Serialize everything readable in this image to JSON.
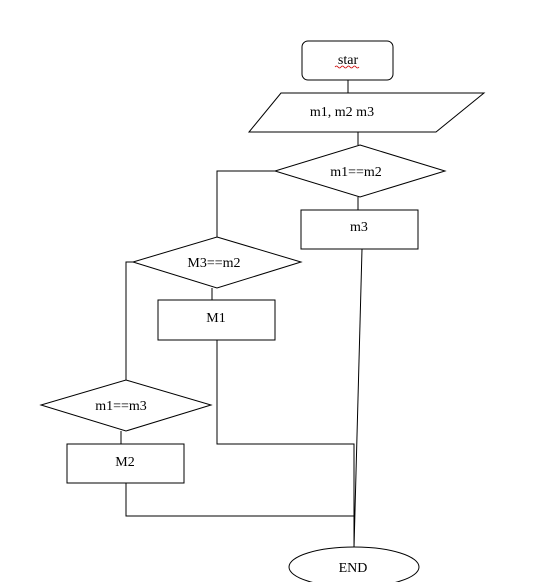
{
  "flowchart": {
    "start_label": "star",
    "input_label": "m1, m2 m3",
    "decision1_label": "m1==m2",
    "process_m3_label": "m3",
    "decision2_label": "M3==m2",
    "process_m1_label": "M1",
    "decision3_label": "m1==m3",
    "process_m2_label": "M2",
    "end_label": "END"
  }
}
